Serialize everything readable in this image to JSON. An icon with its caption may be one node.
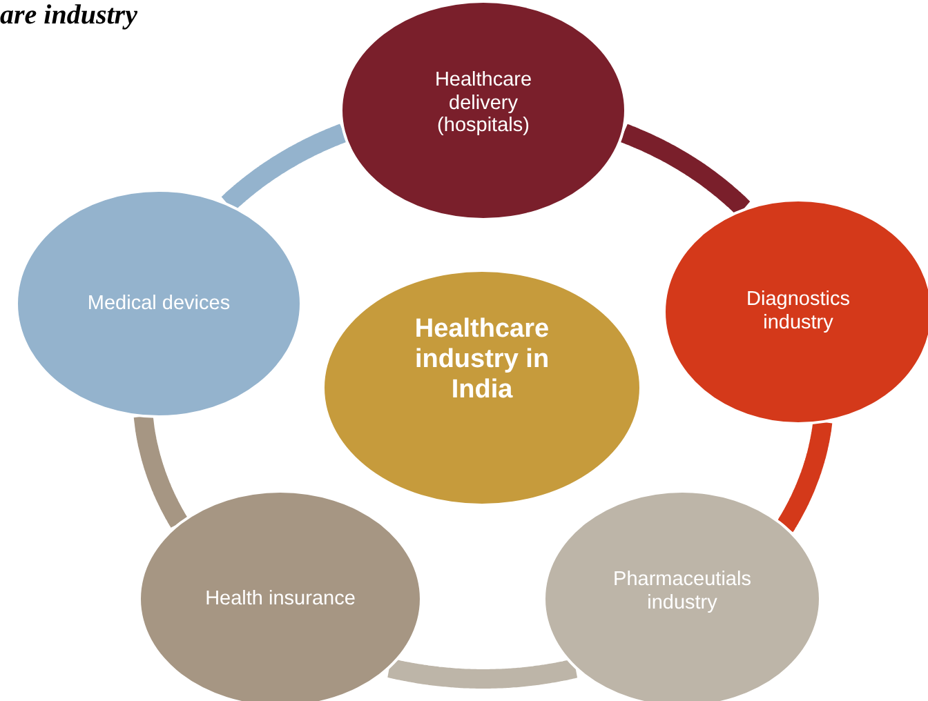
{
  "diagram": {
    "title": "are industry",
    "nodes": [
      {
        "text": [
          "Healthcare delivery (hospitals)"
        ]
      },
      {
        "text": [
          "Medical devices"
        ]
      },
      {
        "text": [
          "Diagnostics industry"
        ]
      },
      {
        "text": [
          "Healthcare industry in India"
        ]
      },
      {
        "text": [
          "Health insurance"
        ]
      },
      {
        "text": [
          "Pharmaceutials industry"
        ]
      }
    ],
    "edges": [
      {
        "from": 0,
        "to": 2,
        "arrow": "none",
        "color": "#7a1f2b"
      },
      {
        "from": 2,
        "to": 5,
        "arrow": "none",
        "color": "#d4391a"
      },
      {
        "from": 5,
        "to": 4,
        "arrow": "none",
        "color": "#bdb5a8"
      },
      {
        "from": 4,
        "to": 1,
        "arrow": "none",
        "color": "#a69683"
      },
      {
        "from": 1,
        "to": 0,
        "arrow": "none",
        "color": "#94b3cd"
      }
    ]
  }
}
